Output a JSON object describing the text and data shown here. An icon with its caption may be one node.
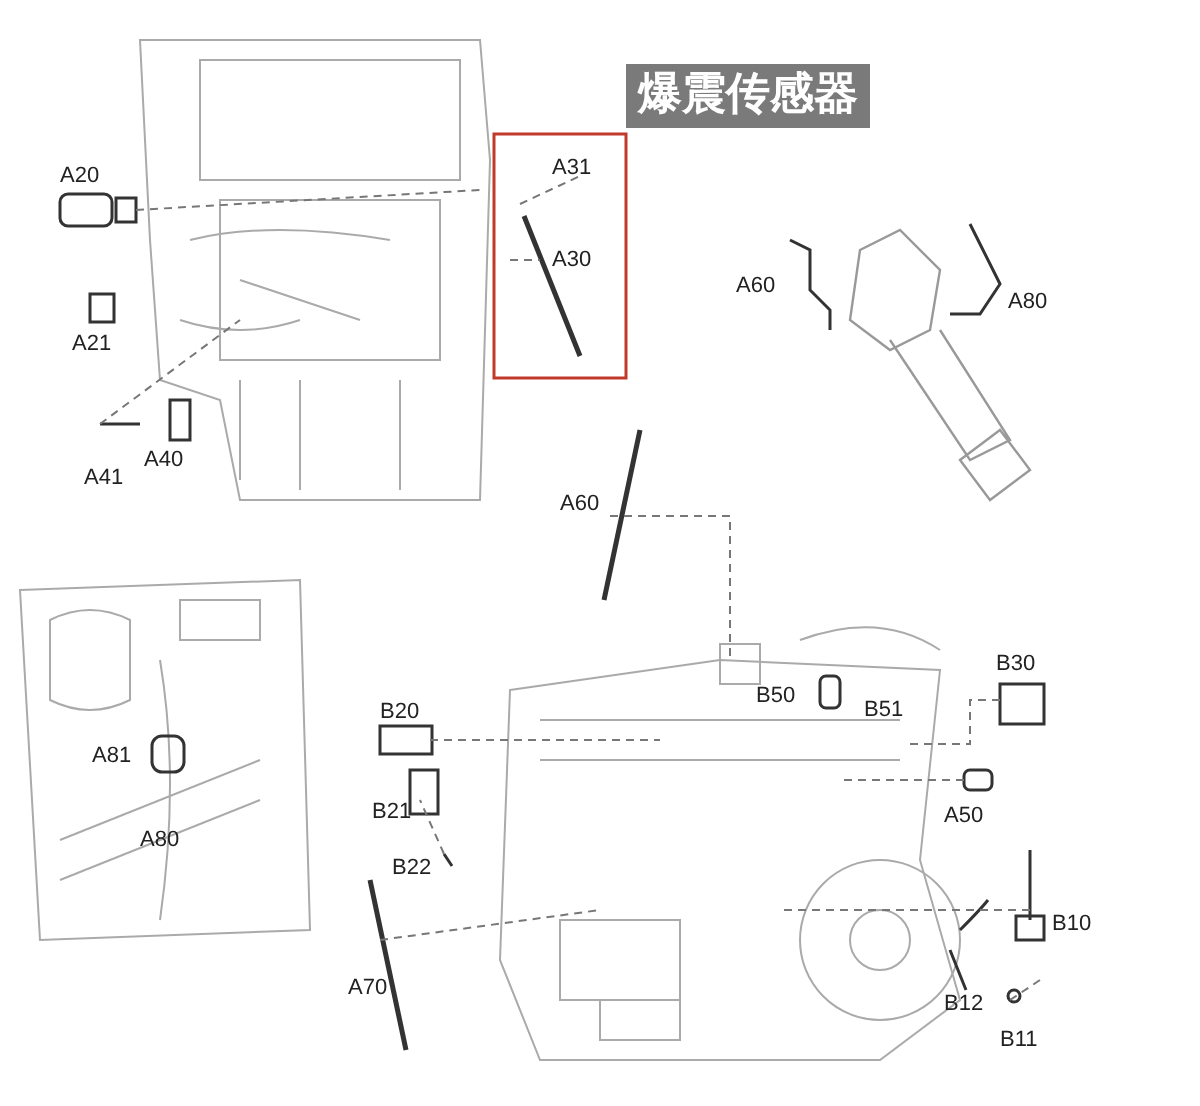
{
  "diagram": {
    "title": "爆震传感器",
    "labels": [
      "A20",
      "A31",
      "A30",
      "A60",
      "A80",
      "A21",
      "A41",
      "A40",
      "A60",
      "B30",
      "B20",
      "B50",
      "B51",
      "A81",
      "A80",
      "A50",
      "B21",
      "B22",
      "B10",
      "A70",
      "B12",
      "B11"
    ]
  }
}
